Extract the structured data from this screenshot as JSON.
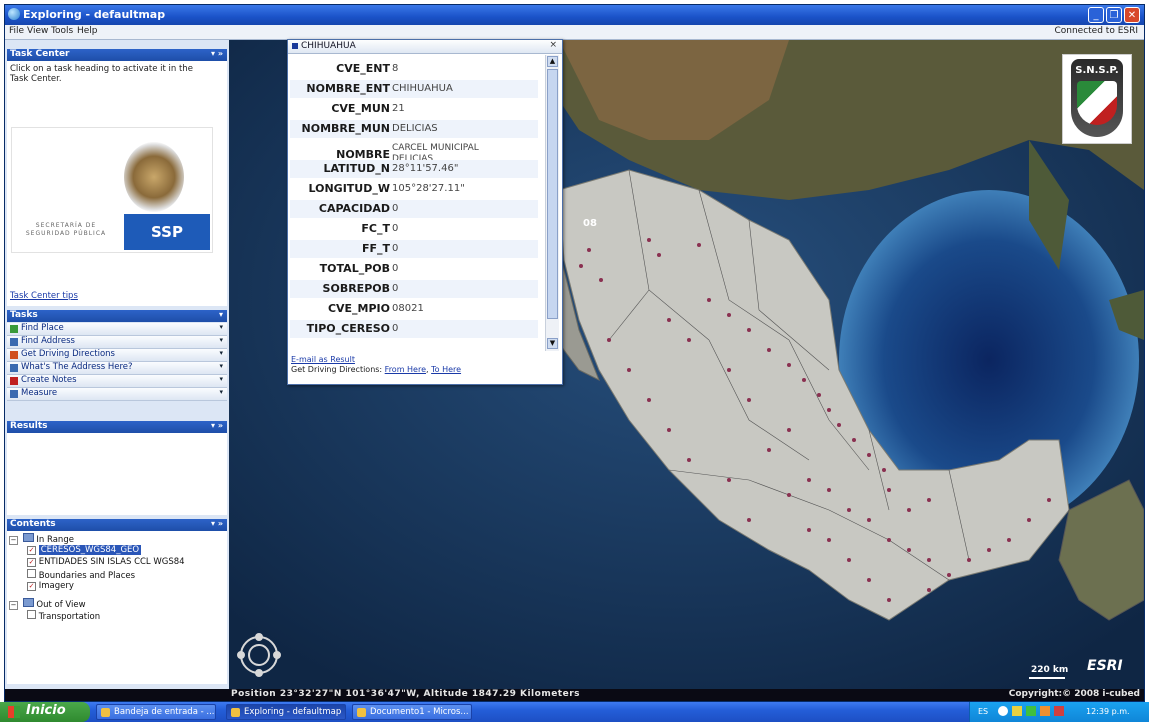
{
  "window": {
    "title": "Exploring - defaultmap",
    "connection_status": "Connected to ESRI"
  },
  "menu": [
    "File",
    "View",
    "Tools",
    "Help"
  ],
  "task_center": {
    "header": "Task Center",
    "instructions": "Click on a task heading to activate it in the Task Center.",
    "logo_text_line1": "SECRETARÍA DE",
    "logo_text_line2": "SEGURIDAD PÚBLICA",
    "logo_badge": "SSP",
    "tips_link": "Task Center tips"
  },
  "tasks": {
    "header": "Tasks",
    "items": [
      {
        "label": "Find Place",
        "icon": "find-place-icon",
        "color": "#3a9a3a"
      },
      {
        "label": "Find Address",
        "icon": "find-address-icon",
        "color": "#3a6ab0"
      },
      {
        "label": "Get Driving Directions",
        "icon": "driving-directions-icon",
        "color": "#d05020"
      },
      {
        "label": "What's The Address Here?",
        "icon": "address-here-icon",
        "color": "#3a6ab0"
      },
      {
        "label": "Create Notes",
        "icon": "create-notes-icon",
        "color": "#c02020"
      },
      {
        "label": "Measure",
        "icon": "measure-icon",
        "color": "#3a6ab0"
      }
    ]
  },
  "results": {
    "header": "Results"
  },
  "contents": {
    "header": "Contents",
    "in_range": "In Range",
    "layers": [
      {
        "label": "CERESOS_WGS84_GEO",
        "checked": true,
        "selected": true
      },
      {
        "label": "ENTIDADES SIN ISLAS CCL WGS84",
        "checked": true,
        "selected": false
      },
      {
        "label": "Boundaries and Places",
        "checked": false,
        "selected": false
      },
      {
        "label": "Imagery",
        "checked": true,
        "selected": false
      }
    ],
    "out_of_view": "Out of View",
    "out_layers": [
      {
        "label": "Transportation",
        "checked": false
      }
    ]
  },
  "popup": {
    "title": "CHIHUAHUA",
    "attributes": [
      {
        "label": "CVE_ENT",
        "value": "8"
      },
      {
        "label": "NOMBRE_ENT",
        "value": "CHIHUAHUA"
      },
      {
        "label": "CVE_MUN",
        "value": "21"
      },
      {
        "label": "NOMBRE_MUN",
        "value": "DELICIAS"
      },
      {
        "label": "NOMBRE",
        "value": "CARCEL MUNICIPAL DELICIAS"
      },
      {
        "label": "LATITUD_N",
        "value": "28°11'57.46\""
      },
      {
        "label": "LONGITUD_W",
        "value": "105°28'27.11\""
      },
      {
        "label": "CAPACIDAD",
        "value": "0"
      },
      {
        "label": "FC_T",
        "value": "0"
      },
      {
        "label": "FF_T",
        "value": "0"
      },
      {
        "label": "TOTAL_POB",
        "value": "0"
      },
      {
        "label": "SOBREPOB",
        "value": "0"
      },
      {
        "label": "CVE_MPIO",
        "value": "08021"
      },
      {
        "label": "TIPO_CERESO",
        "value": "0"
      }
    ],
    "email_link": "E-mail as Result",
    "directions_label": "Get Driving Directions:",
    "from_here": "From Here",
    "to_here": "To Here"
  },
  "map": {
    "logo": "S.N.S.P.",
    "scale": "220 km",
    "esri": "ESRI",
    "label_08": "08"
  },
  "statusbar": {
    "position": "Position 23°32'27\"N 101°36'47\"W, Altitude 1847.29 Kilometers",
    "copyright": "Copyright:© 2008 i-cubed"
  },
  "taskbar": {
    "start": "Inicio",
    "buttons": [
      {
        "label": "Bandeja de entrada - ...",
        "active": false
      },
      {
        "label": "Exploring - defaultmap",
        "active": true
      },
      {
        "label": "Documento1 - Micros...",
        "active": false
      }
    ],
    "lang": "ES",
    "clock": "12:39 p.m."
  }
}
